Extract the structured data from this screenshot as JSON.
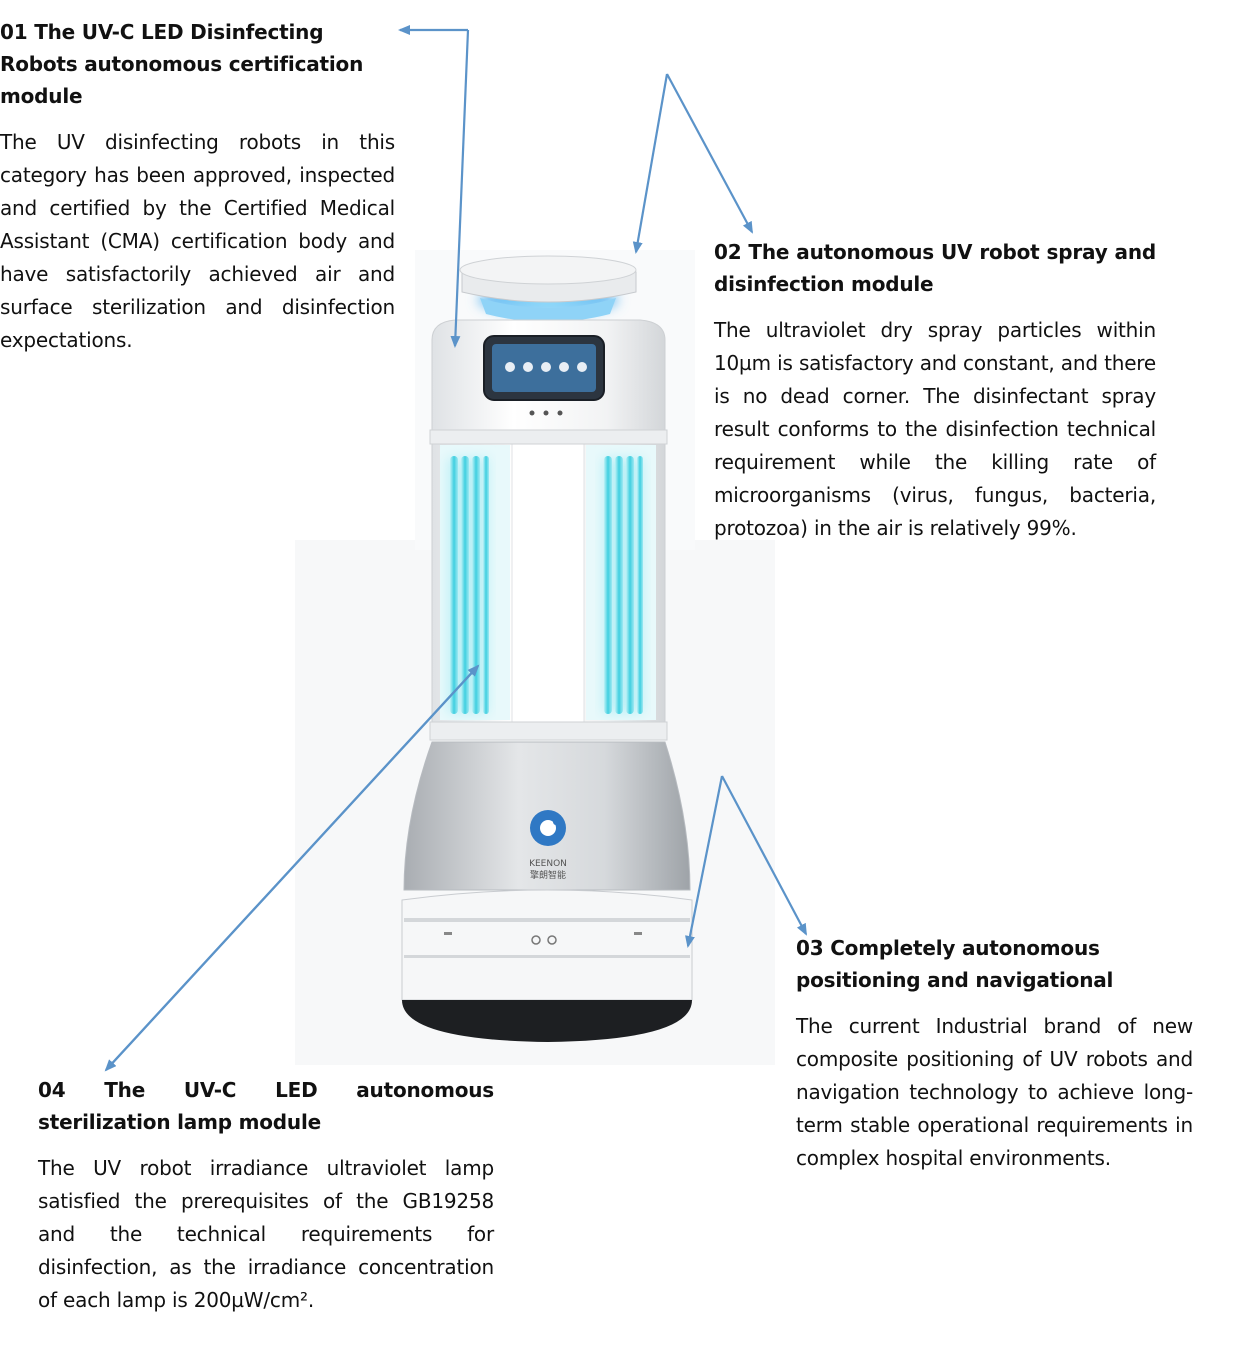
{
  "modules": [
    {
      "title": "01 The UV-C LED Disinfecting Robots autonomous certification module",
      "body": "The UV disinfecting robots in this category has been approved, inspected and certified by the Certified Medical Assistant (CMA) certification body and have satisfactorily achieved air and surface sterilization and disinfection expectations."
    },
    {
      "title": "02 The autonomous UV robot spray and disinfection module",
      "body": "The ultraviolet dry spray particles within 10µm is satisfactory and constant, and there is no dead corner. The disinfectant spray result conforms to the disinfection technical requirement while the killing rate of microorganisms (virus, fungus, bacteria, protozoa) in the air is relatively 99%."
    },
    {
      "title": "03 Completely autonomous positioning and navigational",
      "body": "The current Industrial brand of new composite positioning of UV robots and navigation technology to achieve long-term stable operational requirements in complex hospital environments."
    },
    {
      "title": "04 The UV-C LED autonomous sterilization lamp module",
      "body": "The UV robot irradiance ultraviolet lamp satisfied the prerequisites of the GB19258 and the technical requirements for disinfection, as the irradiance concentration of each lamp is 200µW/cm²."
    }
  ],
  "robot": {
    "logo_text": "KEENON",
    "logo_subtext": "擎朗智能"
  },
  "colors": {
    "arrow": "#5b93c9",
    "uv_glow": "#4fd6e6",
    "body_white": "#f4f5f6",
    "base_silver": "#c9ccd0"
  }
}
